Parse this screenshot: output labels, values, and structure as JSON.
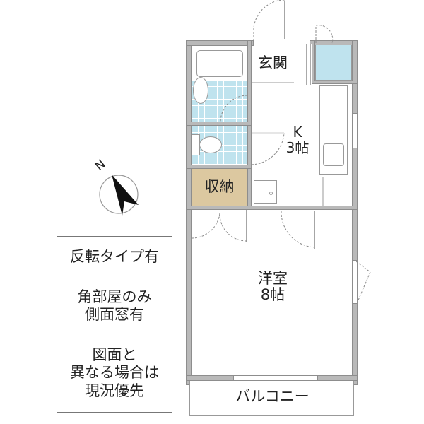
{
  "floor_plan": {
    "rooms": {
      "entrance": {
        "label": "玄関"
      },
      "kitchen": {
        "label": "K\n3帖",
        "type": "K",
        "size": "3帖"
      },
      "storage": {
        "label": "収納",
        "color": "#dcc8a0"
      },
      "western_room": {
        "label": "洋室\n8帖",
        "type": "洋室",
        "size": "8帖"
      },
      "balcony": {
        "label": "バルコニー"
      },
      "bathroom": {
        "color": "#bfe3ee"
      },
      "toilet": {
        "color": "#bfe3ee"
      },
      "laundry_area": {
        "color": "#bfe3ee"
      }
    },
    "compass": {
      "direction_label": "N",
      "icon": "north-arrow-icon"
    },
    "notes": [
      {
        "text": "反転タイプ有"
      },
      {
        "text": "角部屋のみ\n側面窓有"
      },
      {
        "text": "図面と\n異なる場合は\n現況優先"
      }
    ],
    "colors": {
      "wall": "#b9b9b9",
      "wet_area": "#bfe3ee",
      "storage": "#dcc8a0"
    }
  }
}
